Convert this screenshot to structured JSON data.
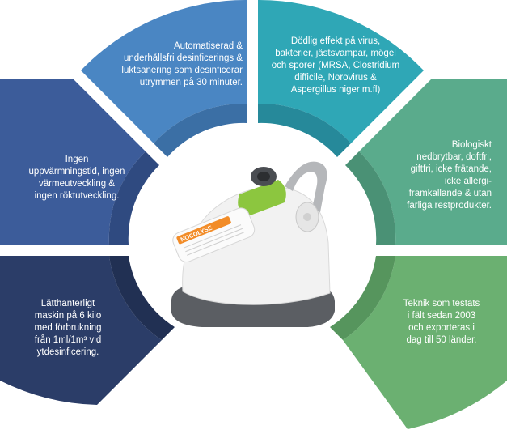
{
  "segments": [
    {
      "id": "top-left",
      "color": "#4a86c3",
      "inner_color": "#3b6fa5",
      "lines": [
        "Automatiserad &",
        "underhållsfri desinficerings &",
        "luktsanering som desinficerar",
        "utrymmen på 30 minuter."
      ]
    },
    {
      "id": "top-right",
      "color": "#2fa7b6",
      "inner_color": "#26899a",
      "lines": [
        "Dödlig effekt på virus,",
        "bakterier, jästsvampar, mögel",
        "och sporer (MRSA, Clostridium",
        "difficile, Norovirus &",
        "Aspergillus niger m.fl)"
      ]
    },
    {
      "id": "mid-left",
      "color": "#3c5c9a",
      "inner_color": "#2f4a80",
      "lines": [
        "Ingen",
        "uppvärmningstid, ingen",
        "värmeutveckling &",
        "ingen röktutveckling."
      ]
    },
    {
      "id": "mid-right",
      "color": "#5aab8c",
      "inner_color": "#4a9175",
      "lines": [
        "Biologiskt",
        "nedbrytbar, doftfri,",
        "giftfri, icke frätande,",
        "icke allergi-",
        "framkallande & utan",
        "farliga restprodukter."
      ]
    },
    {
      "id": "bottom-left",
      "color": "#2b3d68",
      "inner_color": "#213053",
      "lines": [
        "Lätthanterligt",
        "maskin på 6 kilo",
        "med förbrukning",
        "från 1ml/1m³ vid",
        "ytdesinficering."
      ]
    },
    {
      "id": "bottom-right",
      "color": "#6bb071",
      "inner_color": "#56955d",
      "lines": [
        "Teknik som testats",
        "i fält sedan 2003",
        "och exporteras i",
        "dag till 50 länder."
      ]
    }
  ],
  "product": {
    "bottle_label": "NOCOLYSE",
    "body_color": "#f2f2f2",
    "base_color": "#5b5e63",
    "accent_color": "#8cc63f",
    "label_color": "#f28c28"
  }
}
